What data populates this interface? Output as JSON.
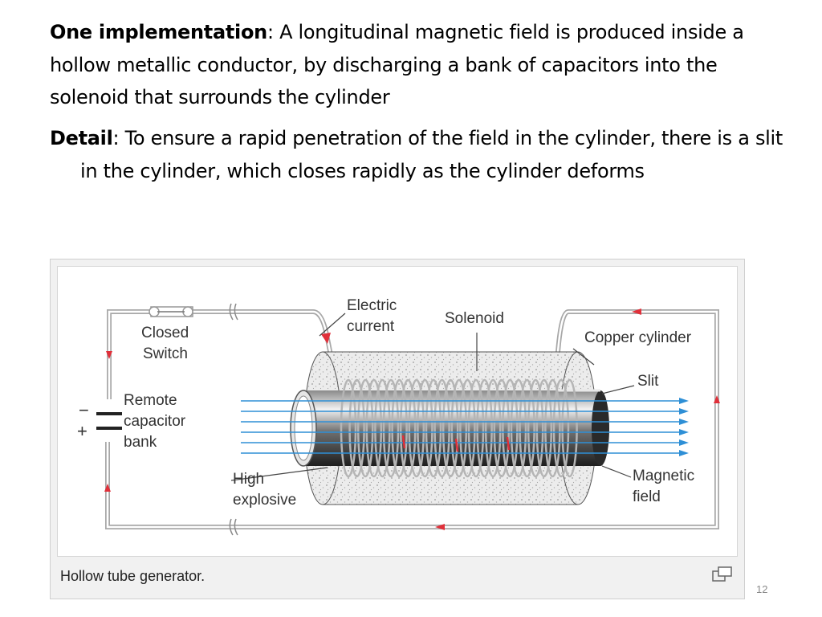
{
  "paragraph1": {
    "bold": "One implementation",
    "text": ": A longitudinal magnetic field is produced inside a hollow metallic conductor, by discharging a bank of capacitors into the solenoid that surrounds the cylinder"
  },
  "paragraph2": {
    "bold": "Detail",
    "text": ": To ensure a rapid penetration of the field in the cylinder, there is a slit in the cylinder, which closes rapidly as the cylinder deforms"
  },
  "diagram": {
    "labels": {
      "closed_switch_1": "Closed",
      "closed_switch_2": "Switch",
      "electric_current_1": "Electric",
      "electric_current_2": "current",
      "solenoid": "Solenoid",
      "copper_cylinder": "Copper cylinder",
      "slit": "Slit",
      "remote_1": "Remote",
      "remote_2": "capacitor",
      "remote_3": "bank",
      "high_explosive_1": "High",
      "high_explosive_2": "explosive",
      "magnetic_field_1": "Magnetic",
      "magnetic_field_2": "field",
      "minus": "−",
      "plus": "+"
    },
    "colors": {
      "wire": "#a8a8a8",
      "current_arrow": "#e0303a",
      "field_line": "#2e8fd6",
      "coil": "#b0b0b0",
      "cylinder_dark": "#2d2d2d",
      "explosive": "#e8e8e8"
    }
  },
  "caption": "Hollow tube generator.",
  "enlarge_icon": "enlarge-icon",
  "page_number": "12"
}
